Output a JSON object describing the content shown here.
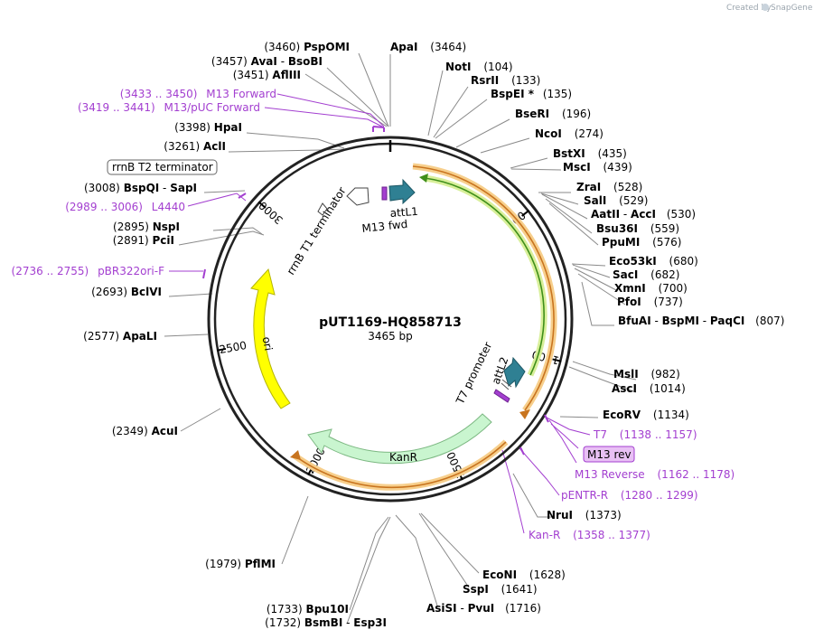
{
  "plasmid": {
    "name": "pUT1169-HQ858713",
    "length_label": "3465 bp",
    "length_bp": 3465
  },
  "watermark": {
    "text": "Created by",
    "brand": "SnapGene"
  },
  "ticks": [
    {
      "label": "500",
      "bp": 500
    },
    {
      "label": "1000",
      "bp": 1000
    },
    {
      "label": "1500",
      "bp": 1500
    },
    {
      "label": "2000",
      "bp": 2000
    },
    {
      "label": "2500",
      "bp": 2500
    },
    {
      "label": "3000",
      "bp": 3000
    }
  ],
  "sites": [
    {
      "pos": "(3460)",
      "name": "PspOMI"
    },
    {
      "name": "ApaI",
      "pos": "(3464)"
    },
    {
      "pos": "(3457)",
      "name": "AvaI",
      "name2": "BsoBI"
    },
    {
      "name": "NotI",
      "pos": "(104)"
    },
    {
      "pos": "(3451)",
      "name": "AflIII"
    },
    {
      "name": "RsrII",
      "pos": "(133)"
    },
    {
      "name": "BspEI *",
      "pos": "(135)"
    },
    {
      "name": "BseRI",
      "pos": "(196)"
    },
    {
      "pos": "(3398)",
      "name": "HpaI"
    },
    {
      "name": "NcoI",
      "pos": "(274)"
    },
    {
      "pos": "(3261)",
      "name": "AclI"
    },
    {
      "name": "BstXI",
      "pos": "(435)"
    },
    {
      "name": "MscI",
      "pos": "(439)"
    },
    {
      "pos": "(3008)",
      "name": "BspQI",
      "name2": "SapI"
    },
    {
      "name": "ZraI",
      "pos": "(528)"
    },
    {
      "name": "SalI",
      "pos": "(529)"
    },
    {
      "name": "AatII",
      "name2": "AccI",
      "pos": "(530)"
    },
    {
      "pos": "(2895)",
      "name": "NspI"
    },
    {
      "name": "Bsu36I",
      "pos": "(559)"
    },
    {
      "pos": "(2891)",
      "name": "PciI"
    },
    {
      "name": "PpuMI",
      "pos": "(576)"
    },
    {
      "name": "Eco53kI",
      "pos": "(680)"
    },
    {
      "name": "SacI",
      "pos": "(682)"
    },
    {
      "pos": "(2693)",
      "name": "BclVI"
    },
    {
      "name": "XmnI",
      "pos": "(700)"
    },
    {
      "name": "PfoI",
      "pos": "(737)"
    },
    {
      "name": "BfuAI",
      "name2": "BspMI",
      "name3": "PaqCI",
      "pos": "(807)"
    },
    {
      "pos": "(2577)",
      "name": "ApaLI"
    },
    {
      "name": "MslI",
      "pos": "(982)"
    },
    {
      "name": "AscI",
      "pos": "(1014)"
    },
    {
      "name": "EcoRV",
      "pos": "(1134)"
    },
    {
      "pos": "(2349)",
      "name": "AcuI"
    },
    {
      "name": "NruI",
      "pos": "(1373)"
    },
    {
      "name": "EcoNI",
      "pos": "(1628)"
    },
    {
      "name": "SspI",
      "pos": "(1641)"
    },
    {
      "pos": "(1979)",
      "name": "PflMI"
    },
    {
      "name": "AsiSI",
      "name2": "PvuI",
      "pos": "(1716)"
    },
    {
      "pos": "(1733)",
      "name": "Bpu10I"
    },
    {
      "pos": "(1732)",
      "name": "BsmBI",
      "name2": "Esp3I"
    }
  ],
  "primers": [
    {
      "pos": "(3433 .. 3450)",
      "name": "M13 Forward"
    },
    {
      "pos": "(3419 .. 3441)",
      "name": "M13/pUC Forward"
    },
    {
      "pos": "(2989 .. 3006)",
      "name": "L4440"
    },
    {
      "pos": "(2736 .. 2755)",
      "name": "pBR322ori-F"
    },
    {
      "name": "T7",
      "pos": "(1138 .. 1157)"
    },
    {
      "name": "M13 Reverse",
      "pos": "(1162 .. 1178)"
    },
    {
      "name": "pENTR-R",
      "pos": "(1280 .. 1299)"
    },
    {
      "name": "Kan-R",
      "pos": "(1358 .. 1377)"
    }
  ],
  "boxed_labels": {
    "rrnb_t2": "rrnB T2 terminator",
    "m13_rev": "M13 rev"
  },
  "features": [
    {
      "name": "rrnB T1 terminator"
    },
    {
      "name": "attL1"
    },
    {
      "name": "M13 fwd"
    },
    {
      "name": "T7 promoter"
    },
    {
      "name": "attL2"
    },
    {
      "name": "KanR"
    },
    {
      "name": "ori"
    }
  ],
  "colors": {
    "backbone": "#222222",
    "primer": "#a33fd0",
    "kanr_fill": "#c9f5cf",
    "kanr_stroke": "#7cb882",
    "ori_fill": "#ffff00",
    "ori_stroke": "#b5b500",
    "att_fill": "#2f8093",
    "orange_halo": "#f7cf8c",
    "orange_line": "#c8741f",
    "green_halo": "#d8ef9a",
    "green_line": "#3f8f1a",
    "m13rev_box": "#e8c0f4"
  }
}
